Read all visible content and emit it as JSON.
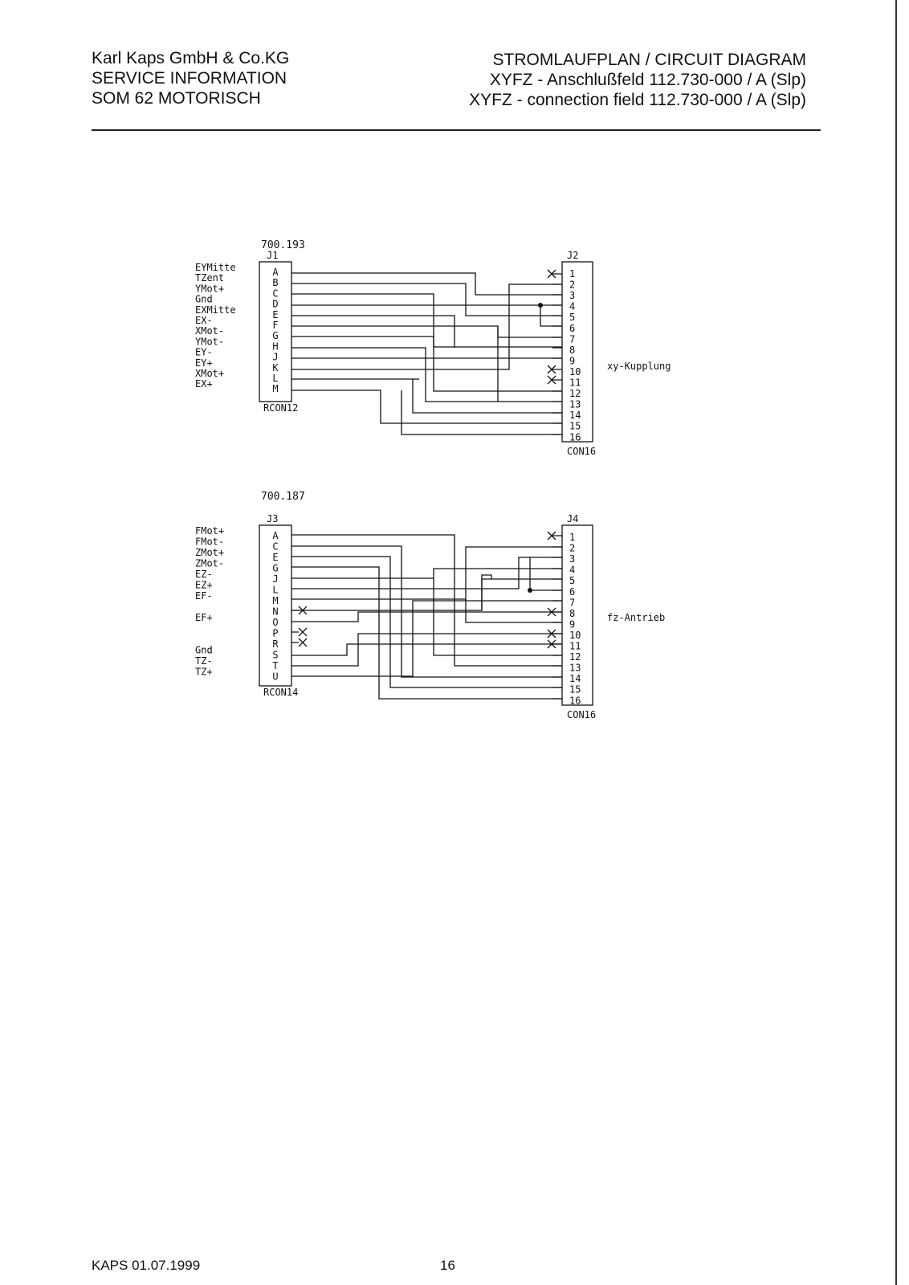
{
  "header": {
    "left": [
      "Karl Kaps GmbH & Co.KG",
      "SERVICE INFORMATION",
      "SOM 62 MOTORISCH"
    ],
    "right": [
      "STROMLAUFPLAN / CIRCUIT DIAGRAM",
      "XYFZ - Anschlußfeld 112.730-000 / A (Slp)",
      "XYFZ - connection field 112.730-000 / A (Slp)"
    ]
  },
  "footer": {
    "date": "KAPS 01.07.1999",
    "page": "16"
  },
  "diagrams": [
    {
      "part_number": "700.193",
      "left_connector": {
        "ref": "J1",
        "type": "RCON12",
        "pins": [
          "A",
          "B",
          "C",
          "D",
          "E",
          "F",
          "G",
          "H",
          "J",
          "K",
          "L",
          "M"
        ]
      },
      "right_connector": {
        "ref": "J2",
        "type": "CON16",
        "pins": [
          "1",
          "2",
          "3",
          "4",
          "5",
          "6",
          "7",
          "8",
          "9",
          "10",
          "11",
          "12",
          "13",
          "14",
          "15",
          "16"
        ],
        "unconnected": [
          "1",
          "10",
          "11"
        ]
      },
      "signal_labels": [
        "EYMitte",
        "TZent",
        "YMot+",
        "Gnd",
        "EXMitte",
        "EX-",
        "XMot-",
        "YMot-",
        "EY-",
        "EY+",
        "XMot+",
        "EX+"
      ],
      "caption": "xy-Kupplung"
    },
    {
      "part_number": "700.187",
      "left_connector": {
        "ref": "J3",
        "type": "RCON14",
        "pins": [
          "A",
          "C",
          "E",
          "G",
          "J",
          "L",
          "M",
          "N",
          "O",
          "P",
          "R",
          "S",
          "T",
          "U"
        ],
        "unconnected": [
          "N",
          "P",
          "R"
        ]
      },
      "right_connector": {
        "ref": "J4",
        "type": "CON16",
        "pins": [
          "1",
          "2",
          "3",
          "4",
          "5",
          "6",
          "7",
          "8",
          "9",
          "10",
          "11",
          "12",
          "13",
          "14",
          "15",
          "16"
        ],
        "unconnected": [
          "1",
          "8",
          "10",
          "11"
        ]
      },
      "signal_labels": [
        "FMot+",
        "FMot-",
        "ZMot+",
        "ZMot-",
        "EZ-",
        "EZ+",
        "EF-",
        "EF+",
        "Gnd",
        "TZ-",
        "TZ+"
      ],
      "caption": "fz-Antrieb"
    }
  ]
}
